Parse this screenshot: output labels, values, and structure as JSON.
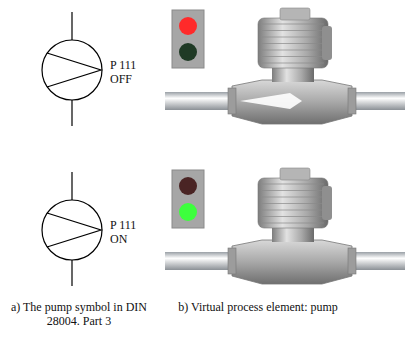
{
  "diagram": {
    "labels": [
      "P 111",
      "OFF",
      "P 111",
      "ON",
      "a) The pump symbol in DIN 28004. Part 3",
      "b) Virtual process element: pump"
    ]
  }
}
